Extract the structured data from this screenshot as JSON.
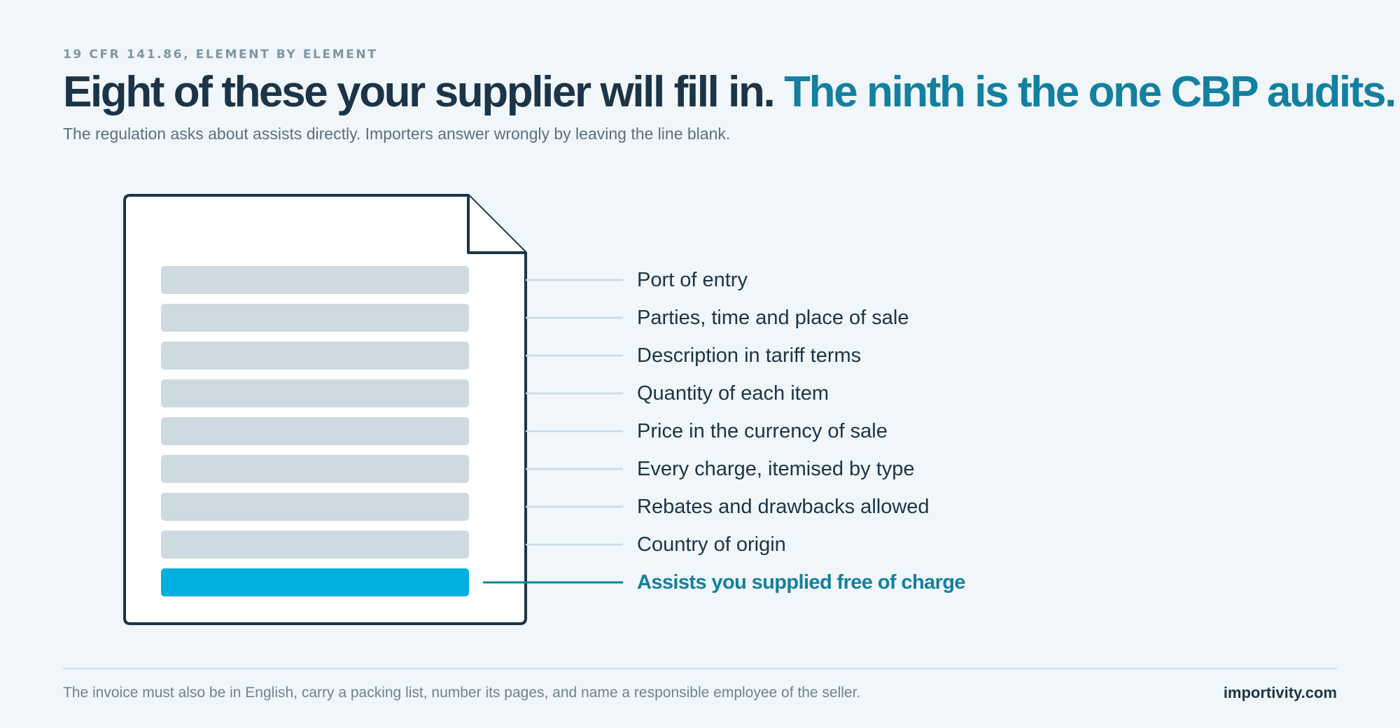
{
  "header": {
    "eyebrow": "19 CFR 141.86, ELEMENT BY ELEMENT",
    "headline_main": "Eight of these your supplier will fill in.",
    "headline_accent": "The ninth is the one CBP audits.",
    "subtitle": "The regulation asks about assists directly. Importers answer wrongly by leaving the line blank."
  },
  "diagram": {
    "elements": [
      {
        "label": "Port of entry",
        "highlight": false
      },
      {
        "label": "Parties, time and place of sale",
        "highlight": false
      },
      {
        "label": "Description in tariff terms",
        "highlight": false
      },
      {
        "label": "Quantity of each item",
        "highlight": false
      },
      {
        "label": "Price in the currency of sale",
        "highlight": false
      },
      {
        "label": "Every charge, itemised by type",
        "highlight": false
      },
      {
        "label": "Rebates and drawbacks allowed",
        "highlight": false
      },
      {
        "label": "Country of origin",
        "highlight": false
      },
      {
        "label": "Assists you supplied free of charge",
        "highlight": true
      }
    ]
  },
  "footer": {
    "note": "The invoice must also be in English, carry a packing list, number its pages, and name a responsible employee of the seller.",
    "brand": "importivity.com"
  },
  "colors": {
    "background": "#f0f6fa",
    "ink": "#1c3447",
    "accent": "#13809f",
    "highlight_bar": "#00b0e0",
    "muted_bar": "#cddae2"
  }
}
